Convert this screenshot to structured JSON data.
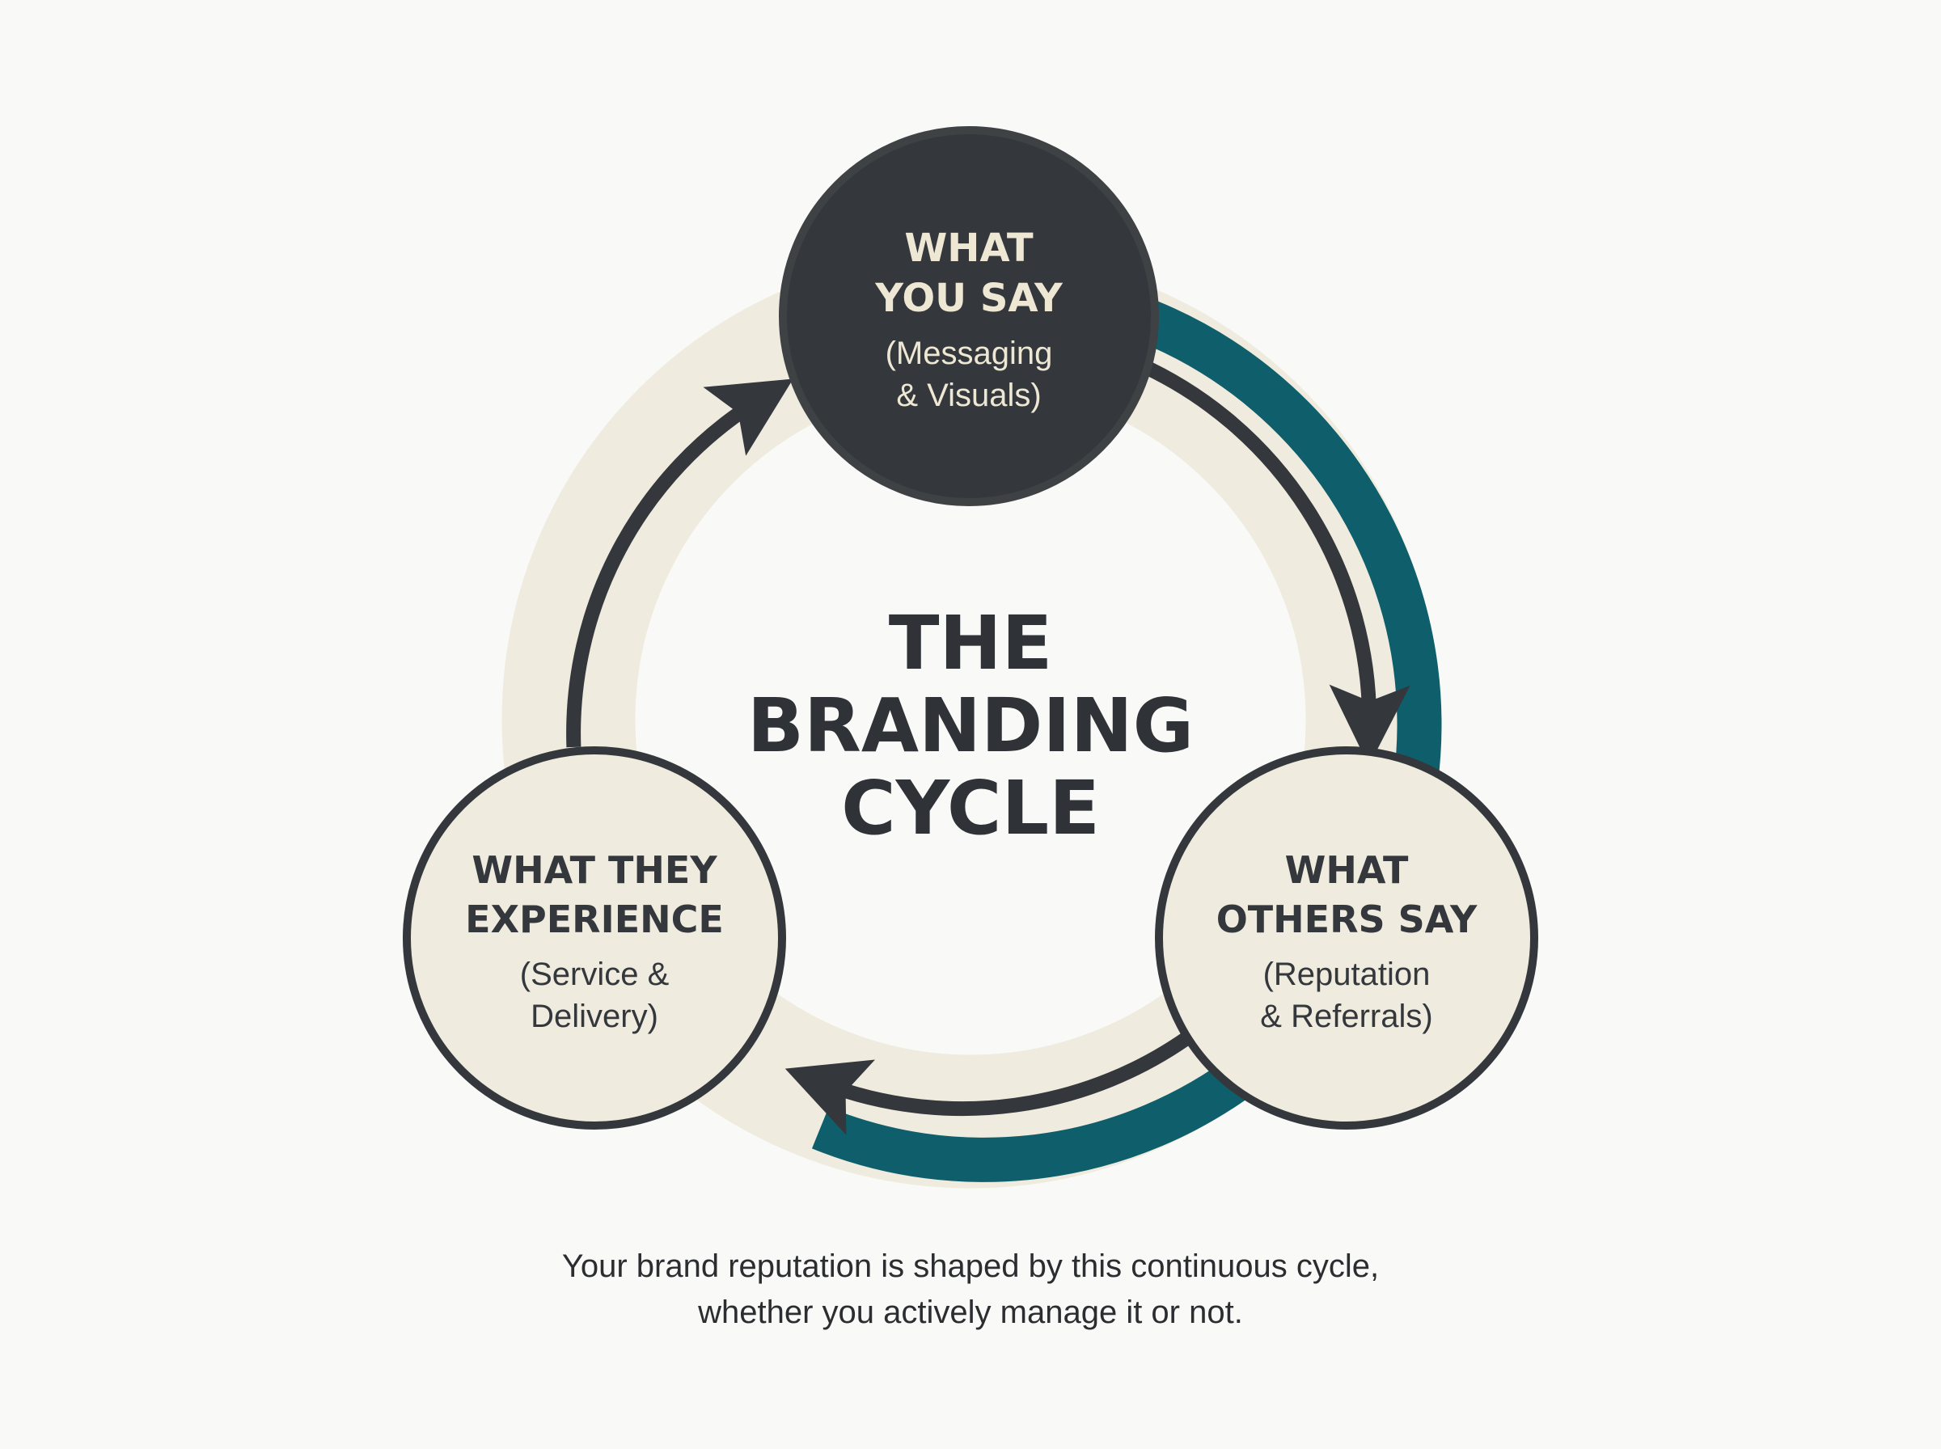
{
  "diagram": {
    "title": {
      "line1": "THE",
      "line2": "BRANDING",
      "line3": "CYCLE"
    },
    "nodes": [
      {
        "id": "what-you-say",
        "heading1": "WHAT",
        "heading2": "YOU SAY",
        "sub1": "(Messaging",
        "sub2": "& Visuals)"
      },
      {
        "id": "what-others-say",
        "heading1": "WHAT",
        "heading2": "OTHERS SAY",
        "sub1": "(Reputation",
        "sub2": "& Referrals)"
      },
      {
        "id": "what-they-experience",
        "heading1": "WHAT THEY",
        "heading2": "EXPERIENCE",
        "sub1": "(Service &",
        "sub2": "Delivery)"
      }
    ],
    "caption": {
      "line1": "Your brand reputation is shaped by this continuous cycle,",
      "line2": "whether you actively manage it or not."
    }
  },
  "colors": {
    "background": "#f9f9f8",
    "ring": "#efebde",
    "teal": "#0e5f6b",
    "charcoal": "#34383c",
    "text_light": "#ede7d3",
    "node_fill_light": "#efebde"
  }
}
